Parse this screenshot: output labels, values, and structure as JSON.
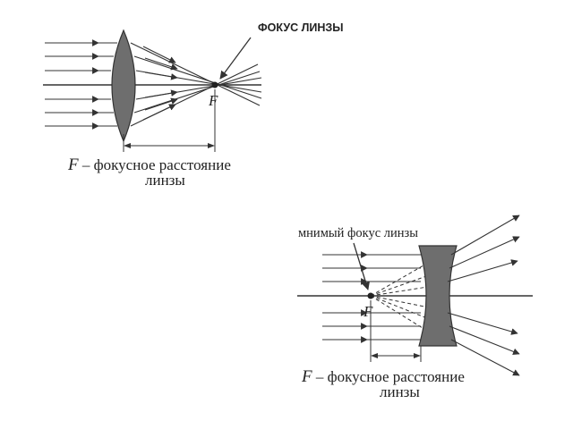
{
  "converging": {
    "focus_label": "ФОКУС ЛИНЗЫ",
    "focus_letter": "F",
    "caption_letter": "F",
    "caption_line1": " – фокусное расстояние",
    "caption_line2": "линзы"
  },
  "diverging": {
    "virtual_focus_label": "мнимый фокус линзы",
    "focus_letter": "F",
    "caption_letter": "F",
    "caption_line1": " – фокусное расстояние",
    "caption_line2": "линзы"
  },
  "colors": {
    "lens": "#6e6e6e",
    "line": "#333333"
  }
}
